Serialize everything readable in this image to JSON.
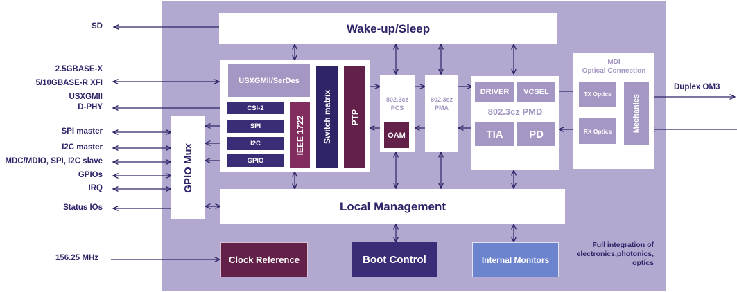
{
  "external_left": {
    "sd": "SD",
    "ethernet_line1": "2.5GBASE-X",
    "ethernet_line2": "5/10GBASE-R XFI",
    "ethernet_line3": "USXGMII",
    "dphy": "D-PHY",
    "spi_master": "SPI master",
    "i2c_master": "I2C master",
    "mdc_mdio": "MDC/MDIO, SPI, I2C slave",
    "gpios": "GPIOs",
    "irq": "IRQ",
    "status_ios": "Status IOs",
    "clock_freq": "156.25 MHz"
  },
  "external_right": {
    "duplex": "Duplex OM3"
  },
  "blocks": {
    "wake_sleep": "Wake-up/Sleep",
    "usxgmii_serdes": "USXGMII/SerDes",
    "csi2": "CSI-2",
    "spi": "SPI",
    "i2c": "I2C",
    "gpio": "GPIO",
    "ieee1722": "IEEE 1722",
    "switch_matrix": "Switch matrix",
    "ptp": "PTP",
    "pcs_line1": "802.3cz",
    "pcs_line2": "PCS",
    "oam": "OAM",
    "pma_line1": "802.3cz",
    "pma_line2": "PMA",
    "driver": "DRIVER",
    "vcsel": "VCSEL",
    "pmd": "802.3cz PMD",
    "tia": "TIA",
    "pd": "PD",
    "mdi_line1": "MDI",
    "mdi_line2": "Optical Connection",
    "tx_optics": "TX Optics",
    "rx_optics": "RX Optics",
    "mechanics": "Mechanics",
    "gpio_mux": "GPIO Mux",
    "local_mgmt": "Local Management",
    "clock_ref": "Clock Reference",
    "boot_control": "Boot Control",
    "internal_monitors": "Internal Monitors"
  },
  "caption": {
    "line1": "Full integration of",
    "line2": "electronics,photonics,",
    "line3": "optics"
  },
  "colors": {
    "chip_background": "#b3a8cf",
    "arrow": "#2f2468",
    "ptp": "#63214a",
    "ieee1722": "#822c60",
    "switch_matrix": "#2f2468",
    "boot_control": "#2f2468",
    "internal_monitors": "#6b84cd"
  }
}
